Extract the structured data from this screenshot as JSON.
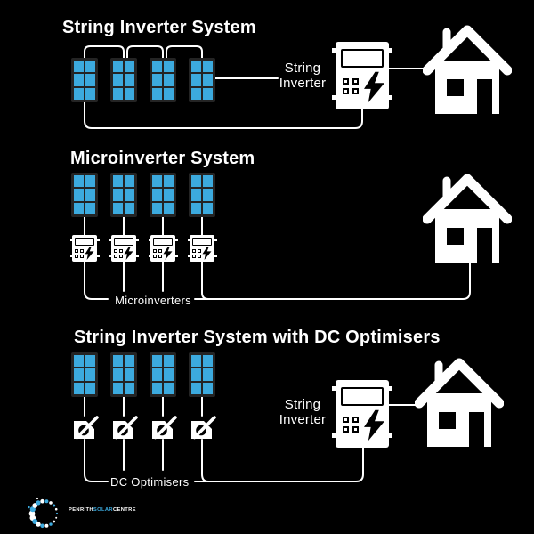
{
  "page": {
    "background": "#000000",
    "wire_color": "#ffffff",
    "accent_blue": "#3caade",
    "panel_frame": "#242424"
  },
  "sections": [
    {
      "title": "String Inverter System",
      "inverter_label": "String Inverter"
    },
    {
      "title": "Microinverter System",
      "group_label": "Microinverters"
    },
    {
      "title": "String Inverter System with DC Optimisers",
      "inverter_label": "String Inverter",
      "group_label": "DC Optimisers"
    }
  ],
  "logo": {
    "text_parts": {
      "first": "PENRITH",
      "middle": "SOLAR",
      "last": "CENTRE"
    },
    "colors": {
      "first": "#ffffff",
      "middle": "#3caade",
      "last": "#ffffff"
    }
  }
}
